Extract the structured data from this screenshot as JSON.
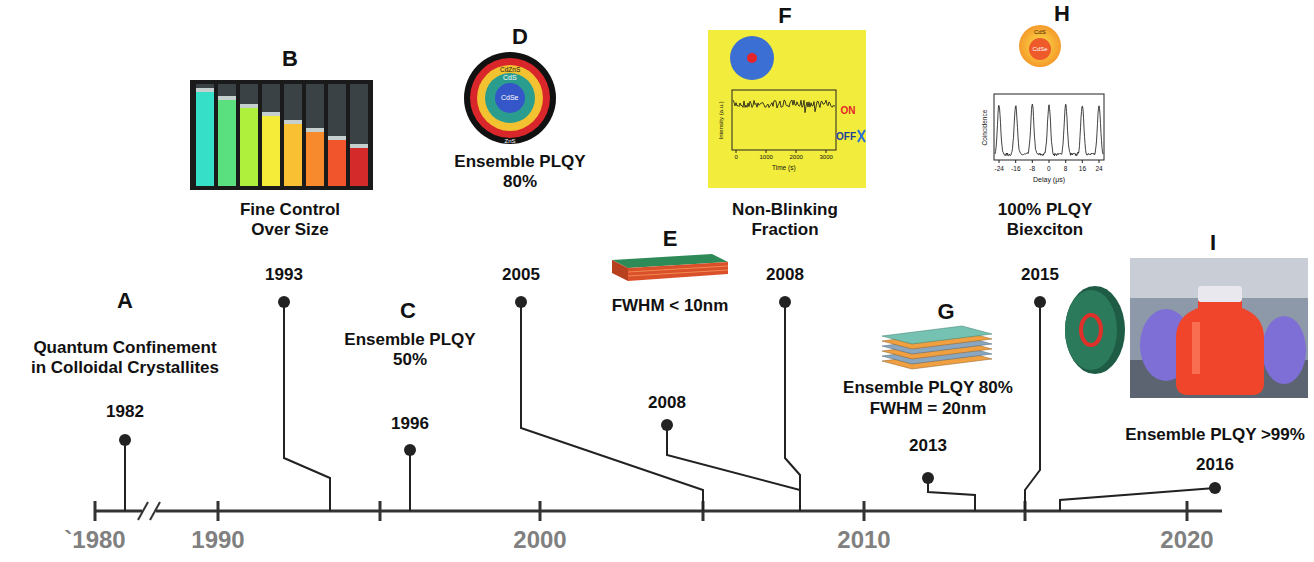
{
  "diagram": {
    "nodes": [
      {
        "text": [
          "CdSe",
          "CdS",
          "CdZnS",
          "ZnS"
        ]
      },
      {
        "text": [
          "Intensity (a.u.)",
          "0",
          "1000",
          "2000",
          "3000",
          "Time (s)",
          "ON",
          "OFF"
        ]
      },
      {
        "text": [
          "CdS",
          "CdSe"
        ]
      },
      {
        "text": [
          "Coincidence",
          "-24",
          "-16",
          "-8",
          "0",
          "8",
          "16",
          "24",
          "Delay (μs)"
        ]
      }
    ],
    "labels": [
      "A",
      "Quantum Confinement in Colloidal Crystallites",
      "1982",
      "B",
      "Fine Control Over Size",
      "1993",
      "C",
      "Ensemble PLQY 50%",
      "1996",
      "D",
      "Ensemble PLQY 80%",
      "2005",
      "E",
      "FWHM < 10nm",
      "2008",
      "F",
      "Non-Blinking Fraction",
      "2008",
      "G",
      "Ensemble PLQY 80%",
      "FWHM = 20nm",
      "2013",
      "H",
      "100% PLQY Biexciton",
      "2015",
      "I",
      "Ensemble PLQY >99%",
      "2016",
      "`1980",
      "1990",
      "2000",
      "2010",
      "2020"
    ]
  }
}
